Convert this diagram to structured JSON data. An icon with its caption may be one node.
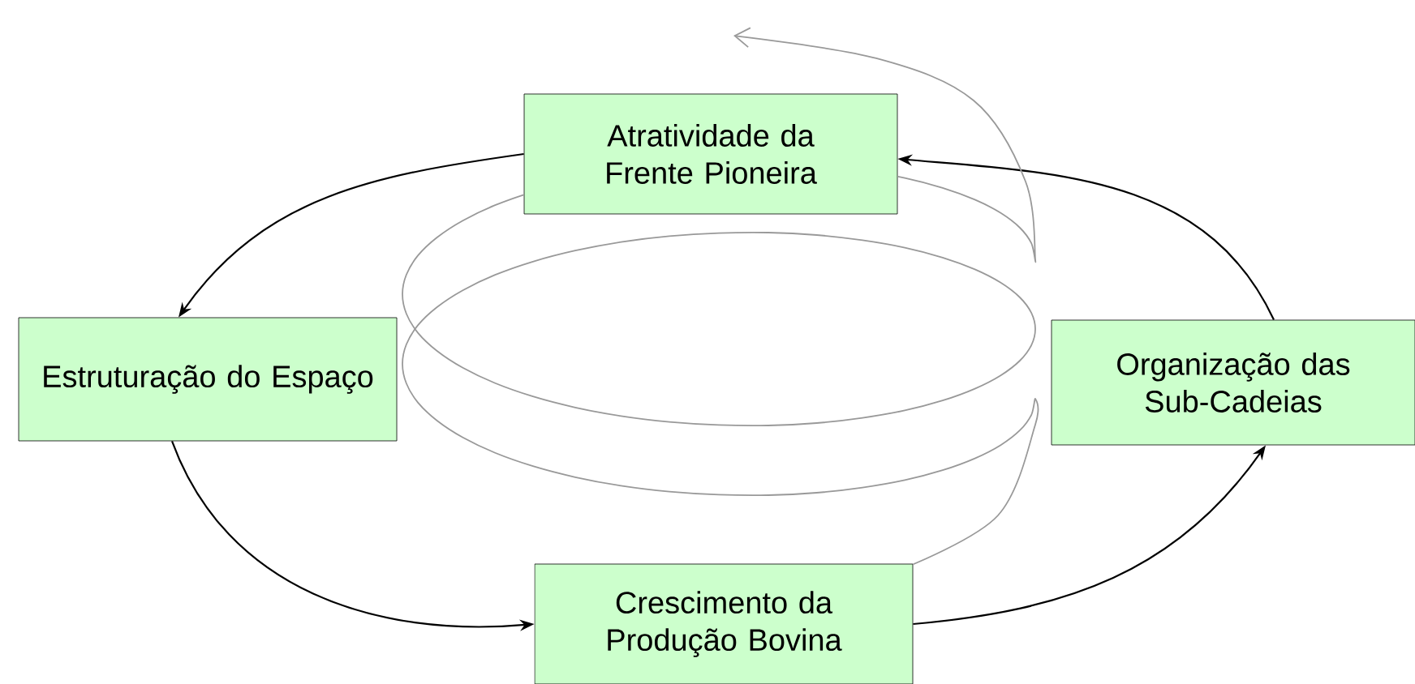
{
  "diagram": {
    "nodes": [
      {
        "text": [
          "Atratividade da Frente Pioneira"
        ]
      },
      {
        "text": [
          "Estruturação do Espaço"
        ]
      },
      {
        "text": [
          "Organização das Sub-Cadeias"
        ]
      },
      {
        "text": [
          "Crescimento da Produção Bovina"
        ]
      }
    ],
    "edges": [
      {
        "from": 0,
        "to": 1,
        "arrow": "to"
      },
      {
        "from": 1,
        "to": 3,
        "arrow": "to"
      },
      {
        "from": 3,
        "to": 2,
        "arrow": "to"
      },
      {
        "from": 2,
        "to": 0,
        "arrow": "to"
      },
      {
        "from": 3,
        "to": null,
        "arrow": "to",
        "color": "#999999"
      }
    ]
  }
}
